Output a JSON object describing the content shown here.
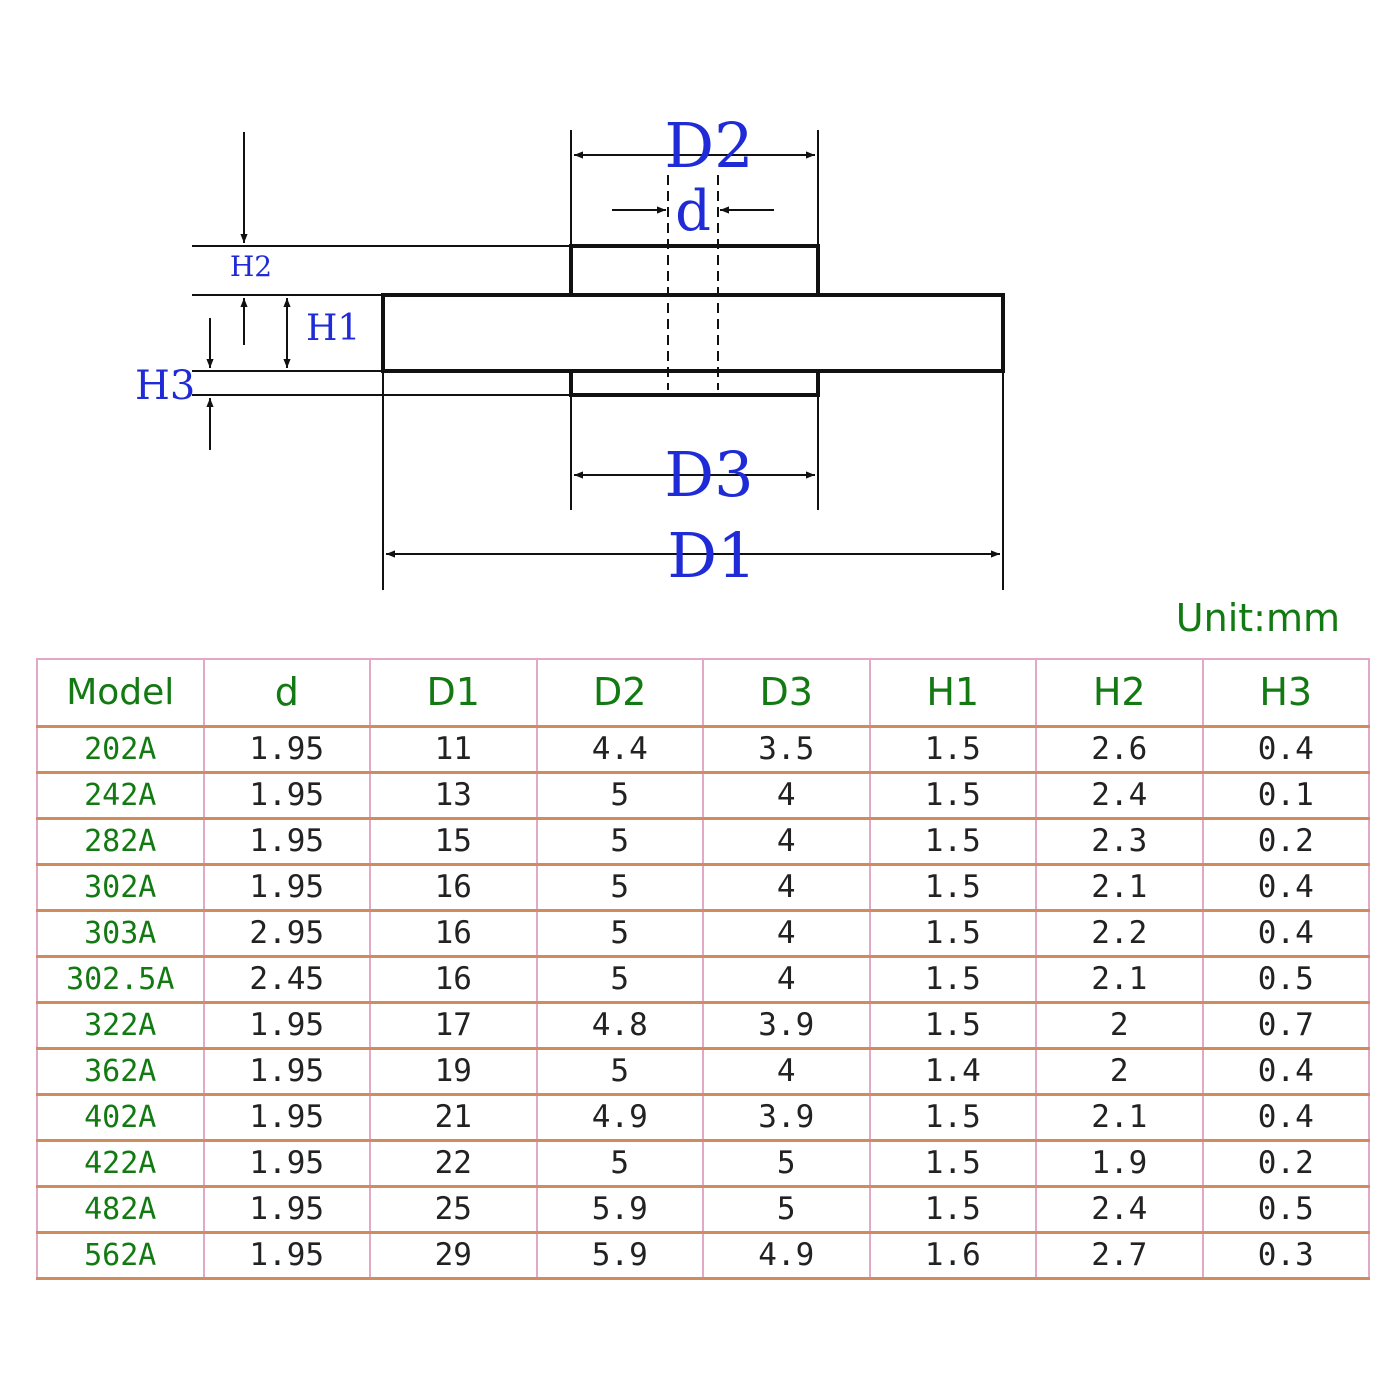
{
  "diagram": {
    "labels": {
      "d": "d",
      "D1": "D1",
      "D2": "D2",
      "D3": "D3",
      "H1": "H1",
      "H2": "H2",
      "H3": "H3"
    }
  },
  "unit": "Unit:mm",
  "table": {
    "columns": [
      "Model",
      "d",
      "D1",
      "D2",
      "D3",
      "H1",
      "H2",
      "H3"
    ],
    "rows": [
      [
        "202A",
        "1.95",
        "11",
        "4.4",
        "3.5",
        "1.5",
        "2.6",
        "0.4"
      ],
      [
        "242A",
        "1.95",
        "13",
        "5",
        "4",
        "1.5",
        "2.4",
        "0.1"
      ],
      [
        "282A",
        "1.95",
        "15",
        "5",
        "4",
        "1.5",
        "2.3",
        "0.2"
      ],
      [
        "302A",
        "1.95",
        "16",
        "5",
        "4",
        "1.5",
        "2.1",
        "0.4"
      ],
      [
        "303A",
        "2.95",
        "16",
        "5",
        "4",
        "1.5",
        "2.2",
        "0.4"
      ],
      [
        "302.5A",
        "2.45",
        "16",
        "5",
        "4",
        "1.5",
        "2.1",
        "0.5"
      ],
      [
        "322A",
        "1.95",
        "17",
        "4.8",
        "3.9",
        "1.5",
        "2",
        "0.7"
      ],
      [
        "362A",
        "1.95",
        "19",
        "5",
        "4",
        "1.4",
        "2",
        "0.4"
      ],
      [
        "402A",
        "1.95",
        "21",
        "4.9",
        "3.9",
        "1.5",
        "2.1",
        "0.4"
      ],
      [
        "422A",
        "1.95",
        "22",
        "5",
        "5",
        "1.5",
        "1.9",
        "0.2"
      ],
      [
        "482A",
        "1.95",
        "25",
        "5.9",
        "5",
        "1.5",
        "2.4",
        "0.5"
      ],
      [
        "562A",
        "1.95",
        "29",
        "5.9",
        "4.9",
        "1.6",
        "2.7",
        "0.3"
      ]
    ]
  }
}
